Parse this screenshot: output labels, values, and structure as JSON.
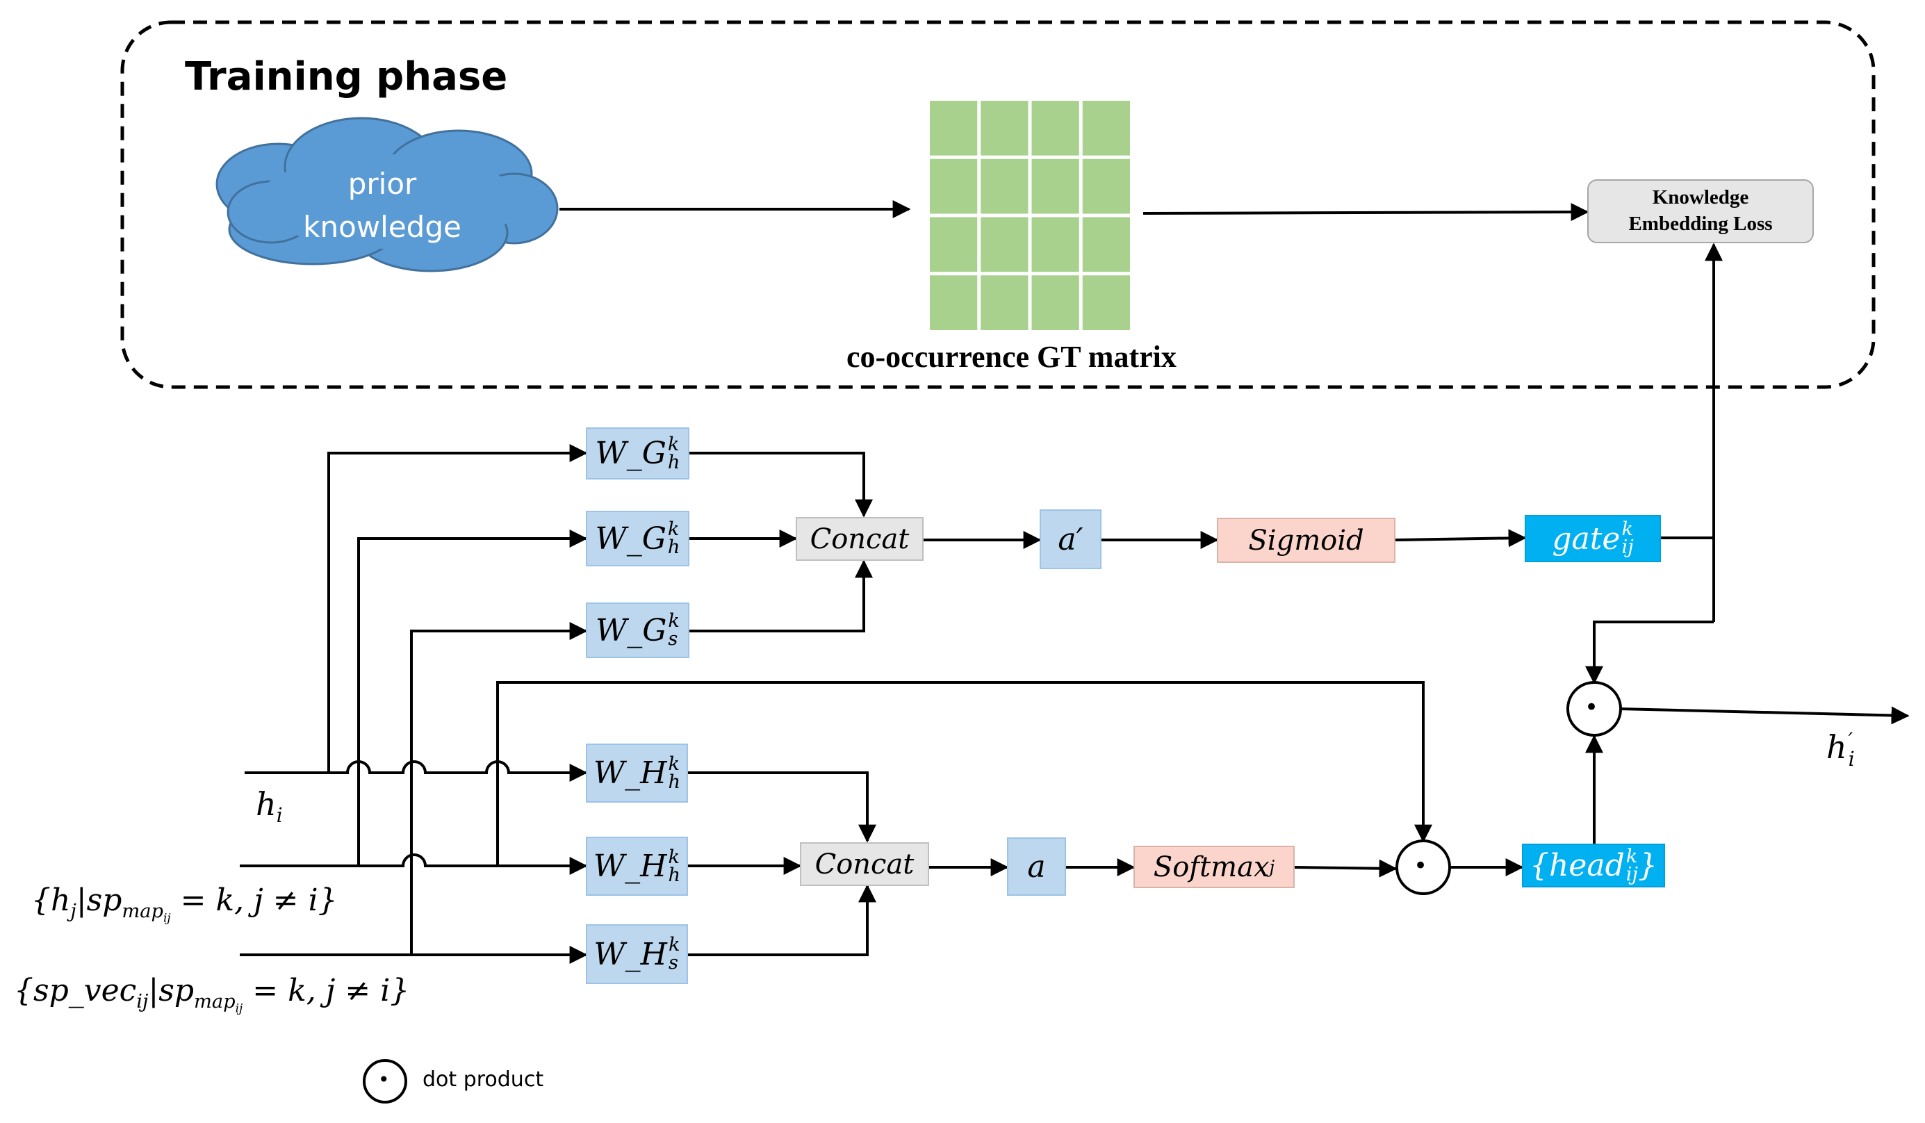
{
  "training": {
    "title": "Training phase"
  },
  "cloud": {
    "line1": "prior",
    "line2": "knowledge"
  },
  "matrix": {
    "label": "co-occurrence GT matrix",
    "rows": 4,
    "cols": 4
  },
  "loss": {
    "line1": "Knowledge",
    "line2": "Embedding Loss"
  },
  "gate_branch": {
    "w1": {
      "base": "W_G",
      "sup": "k",
      "sub": "h"
    },
    "w2": {
      "base": "W_G",
      "sup": "k",
      "sub": "h"
    },
    "w3": {
      "base": "W_G",
      "sup": "k",
      "sub": "s"
    },
    "concat": "Concat",
    "a_prime": "a′",
    "sigmoid": "Sigmoid",
    "gate": {
      "base": "gate",
      "sup": "k",
      "sub": "ij"
    }
  },
  "head_branch": {
    "w1": {
      "base": "W_H",
      "sup": "k",
      "sub": "h"
    },
    "w2": {
      "base": "W_H",
      "sup": "k",
      "sub": "h"
    },
    "w3": {
      "base": "W_H",
      "sup": "k",
      "sub": "s"
    },
    "concat": "Concat",
    "a": "a",
    "softmax": {
      "base": "Softmax",
      "sub": "j"
    },
    "head": {
      "open": "{head",
      "sup": "k",
      "sub": "ij",
      "close": "}"
    }
  },
  "inputs": {
    "hi": {
      "base": "h",
      "sub": "i"
    },
    "hj": {
      "open": "{h",
      "sub1": "j",
      "mid": "|sp",
      "sub2": "map",
      "sub3": "ij",
      "rest": " = k, j ≠ i}"
    },
    "spvec": {
      "open": "{sp_vec",
      "sub1": "ij",
      "mid": "|sp",
      "sub2": "map",
      "sub3": "ij",
      "rest": " = k, j ≠ i}"
    }
  },
  "output": {
    "base": "h",
    "sup": "′",
    "sub": "i"
  },
  "dot_symbol": "•",
  "legend": {
    "label": "dot product"
  },
  "colors": {
    "cloud": "#5b9bd5",
    "matrix": "#a9d18e",
    "weight_box": "#bdd7ee",
    "concat_box": "#e7e6e6",
    "activation_box": "#fbd5cc",
    "output_box": "#00b0f0"
  }
}
